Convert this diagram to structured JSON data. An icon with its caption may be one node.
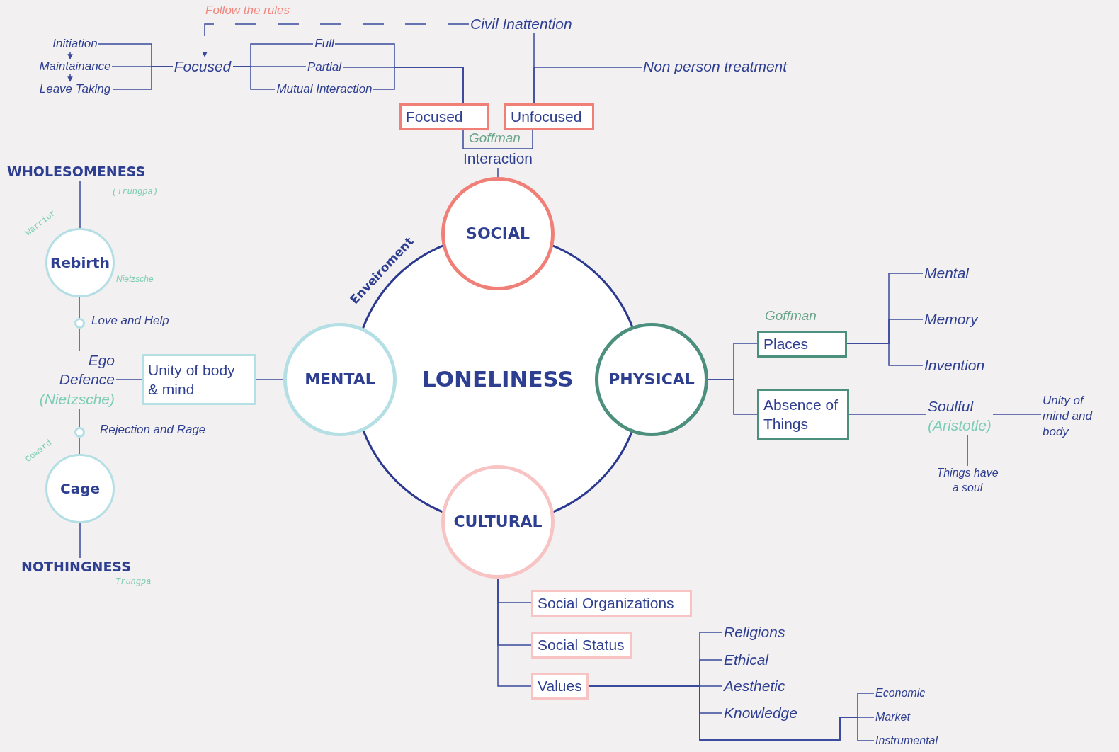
{
  "diagram": {
    "nodes": [
      {
        "text": [
          "LONELINESS"
        ]
      },
      {
        "text": [
          "SOCIAL"
        ]
      },
      {
        "text": [
          "MENTAL"
        ]
      },
      {
        "text": [
          "PHYSICAL"
        ]
      },
      {
        "text": [
          "CULTURAL"
        ]
      },
      {
        "text": [
          "Interaction"
        ],
        "beside": [
          "Goffman"
        ]
      },
      {
        "text": [
          "Focused"
        ]
      },
      {
        "text": [
          "Unfocused"
        ]
      },
      {
        "text": [
          "Civil Inattention"
        ]
      },
      {
        "text": [
          "Non person treatment"
        ]
      },
      {
        "text": [
          "Full"
        ]
      },
      {
        "text": [
          "Partial"
        ]
      },
      {
        "text": [
          "Mutual Interaction"
        ]
      },
      {
        "text": [
          "Focused"
        ]
      },
      {
        "text": [
          "Initiation"
        ]
      },
      {
        "text": [
          "Maintainance"
        ]
      },
      {
        "text": [
          "Leave Taking"
        ]
      },
      {
        "text": [
          "WHOLESOMENESS"
        ],
        "beside": [
          "(Trungpa)"
        ]
      },
      {
        "text": [
          "Rebirth"
        ],
        "beside": [
          "Warrior",
          "Nietzsche"
        ]
      },
      {
        "text": [],
        "shape": "circle",
        "beside": [
          "Love and Help"
        ]
      },
      {
        "text": [
          "Ego Defence",
          "(Nietzsche)"
        ]
      },
      {
        "text": [],
        "shape": "circle",
        "beside": [
          "Rejection and Rage"
        ]
      },
      {
        "text": [
          "Cage"
        ],
        "beside": [
          "Coward"
        ]
      },
      {
        "text": [
          "NOTHINGNESS"
        ],
        "beside": [
          "Trungpa"
        ]
      },
      {
        "text": [
          "Unity of body & mind"
        ]
      },
      {
        "text": [
          "Places"
        ],
        "beside": [
          "Goffman"
        ]
      },
      {
        "text": [
          "Absence of Things"
        ]
      },
      {
        "text": [
          "Mental"
        ]
      },
      {
        "text": [
          "Memory"
        ]
      },
      {
        "text": [
          "Invention"
        ]
      },
      {
        "text": [
          "Soulful",
          "(Aristotle)"
        ]
      },
      {
        "text": [
          "Unity of mind and body"
        ]
      },
      {
        "text": [
          "Things have a soul"
        ]
      },
      {
        "text": [
          "Social Organizations"
        ]
      },
      {
        "text": [
          "Social Status"
        ]
      },
      {
        "text": [
          "Values"
        ]
      },
      {
        "text": [
          "Religions"
        ]
      },
      {
        "text": [
          "Ethical"
        ]
      },
      {
        "text": [
          "Aesthetic"
        ]
      },
      {
        "text": [
          "Knowledge"
        ]
      },
      {
        "text": [
          "Economic"
        ]
      },
      {
        "text": [
          "Market"
        ]
      },
      {
        "text": [
          "Instrumental"
        ]
      }
    ],
    "edges": [
      {
        "from": 6,
        "to": 5,
        "arrow": "none"
      },
      {
        "from": 7,
        "to": 5,
        "arrow": "none"
      },
      {
        "from": 5,
        "to": 1,
        "arrow": "none"
      },
      {
        "from": 10,
        "to": 6,
        "arrow": "none"
      },
      {
        "from": 11,
        "to": 6,
        "arrow": "none"
      },
      {
        "from": 12,
        "to": 6,
        "arrow": "none"
      },
      {
        "from": 13,
        "to": 10,
        "arrow": "none"
      },
      {
        "from": 13,
        "to": 11,
        "arrow": "none"
      },
      {
        "from": 13,
        "to": 12,
        "arrow": "none"
      },
      {
        "from": 14,
        "to": 13,
        "arrow": "none"
      },
      {
        "from": 15,
        "to": 13,
        "arrow": "none"
      },
      {
        "from": 16,
        "to": 13,
        "arrow": "none"
      },
      {
        "from": 14,
        "to": 15,
        "arrow": "to"
      },
      {
        "from": 15,
        "to": 16,
        "arrow": "to"
      },
      {
        "from": 8,
        "to": 7,
        "arrow": "none"
      },
      {
        "from": 9,
        "to": 7,
        "arrow": "none"
      },
      {
        "from": 8,
        "to": 13,
        "arrow": "to",
        "style": "dashed",
        "label": "Follow the rules"
      },
      {
        "from": 17,
        "to": 18,
        "arrow": "none"
      },
      {
        "from": 18,
        "to": 19,
        "arrow": "none"
      },
      {
        "from": 19,
        "to": 20,
        "arrow": "none"
      },
      {
        "from": 20,
        "to": 21,
        "arrow": "none"
      },
      {
        "from": 21,
        "to": 22,
        "arrow": "none"
      },
      {
        "from": 22,
        "to": 23,
        "arrow": "none"
      },
      {
        "from": 20,
        "to": 24,
        "arrow": "none"
      },
      {
        "from": 24,
        "to": 2,
        "arrow": "none"
      },
      {
        "from": 3,
        "to": 25,
        "arrow": "none"
      },
      {
        "from": 3,
        "to": 26,
        "arrow": "none"
      },
      {
        "from": 25,
        "to": 27,
        "arrow": "none"
      },
      {
        "from": 25,
        "to": 28,
        "arrow": "none"
      },
      {
        "from": 25,
        "to": 29,
        "arrow": "none"
      },
      {
        "from": 26,
        "to": 30,
        "arrow": "none"
      },
      {
        "from": 30,
        "to": 31,
        "arrow": "none"
      },
      {
        "from": 30,
        "to": 32,
        "arrow": "none"
      },
      {
        "from": 4,
        "to": 33,
        "arrow": "none"
      },
      {
        "from": 4,
        "to": 34,
        "arrow": "none"
      },
      {
        "from": 4,
        "to": 35,
        "arrow": "none"
      },
      {
        "from": 35,
        "to": 36,
        "arrow": "none"
      },
      {
        "from": 35,
        "to": 37,
        "arrow": "none"
      },
      {
        "from": 35,
        "to": 38,
        "arrow": "none"
      },
      {
        "from": 35,
        "to": 39,
        "arrow": "none"
      },
      {
        "from": 35,
        "to": 40,
        "arrow": "none"
      },
      {
        "from": 35,
        "to": 41,
        "arrow": "none"
      },
      {
        "from": 35,
        "to": 42,
        "arrow": "none"
      }
    ],
    "labels": [
      "Enveiroment"
    ]
  }
}
